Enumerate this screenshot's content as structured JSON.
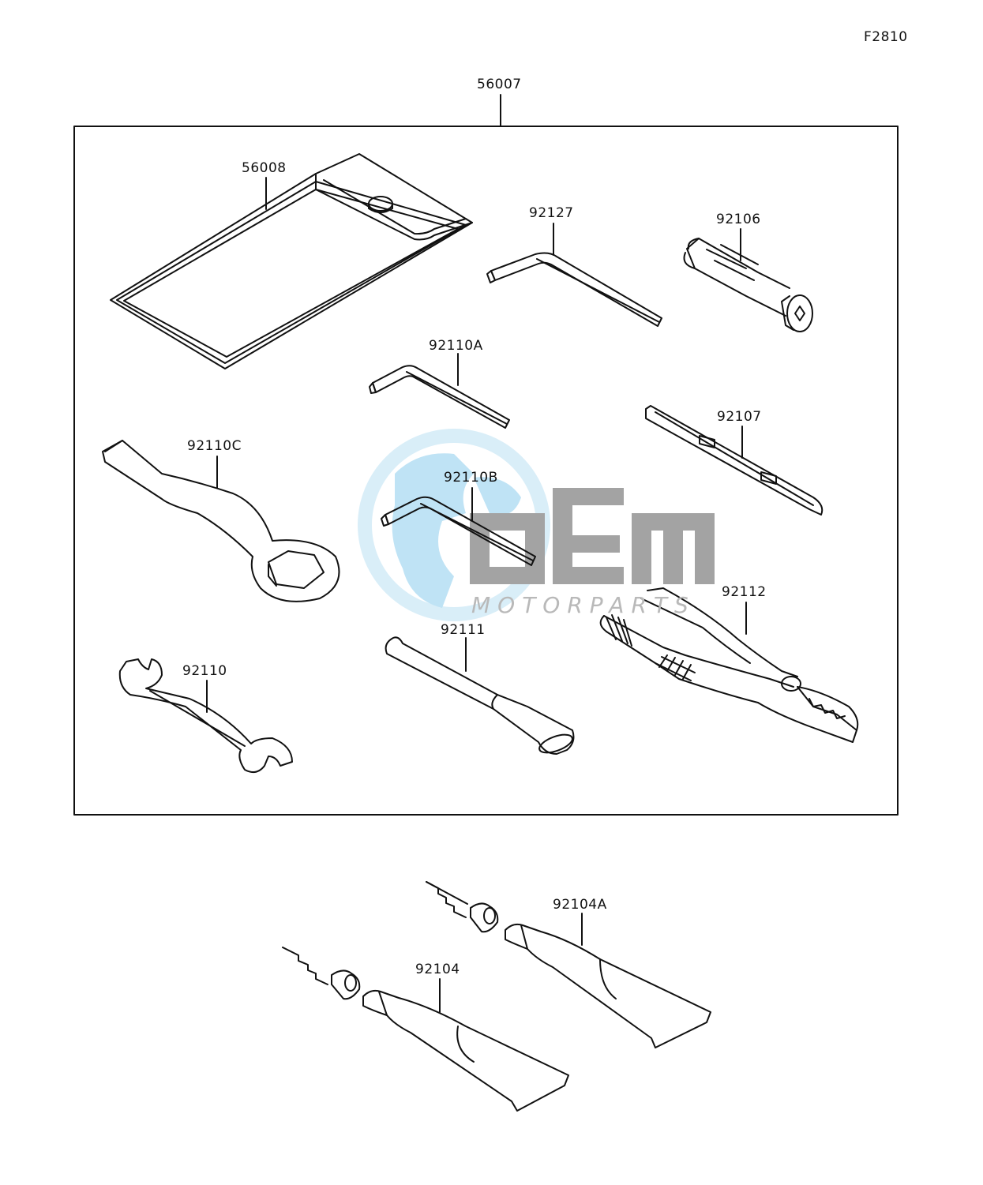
{
  "figure_code": "F2810",
  "kit_label": "56007",
  "watermark": {
    "brand": "OEM",
    "sub": "MOTORPARTS",
    "colors": {
      "globe": "#bfe3f5",
      "letters": "#9e9e9e"
    }
  },
  "parts": {
    "pouch": "56008",
    "hex_wrench_large": "92127",
    "socket_tool": "92106",
    "hex_wrench_a": "92110A",
    "screwdriver": "92107",
    "box_wrench": "92110C",
    "hex_wrench_b": "92110B",
    "pliers": "92112",
    "extension_bar": "92111",
    "open_wrench": "92110",
    "repair_tube_a": "92104A",
    "repair_tube": "92104"
  }
}
